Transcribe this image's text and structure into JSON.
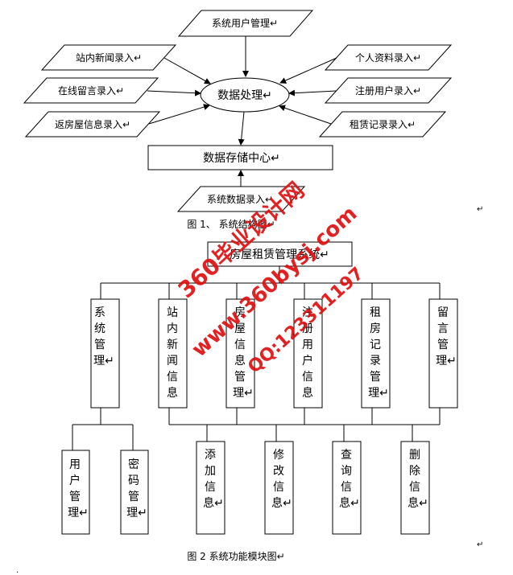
{
  "figure1": {
    "top": "系统用户管理↵",
    "left": [
      "站内新闻录入↵",
      "在线留言录入↵",
      "返房屋信息录入↵"
    ],
    "right": [
      "个人资料录入↵",
      "注册用户录入↵",
      "租赁记录录入↵"
    ],
    "center": "数据处理↵",
    "storage": "数据存储中心↵",
    "bottom": "系统数据录入↵",
    "caption": "图 1、 系统结构图↵"
  },
  "figure2": {
    "root": "房屋租赁管理系统↵",
    "modules": [
      [
        "系",
        "统",
        "管",
        "理↵"
      ],
      [
        "站",
        "内",
        "新",
        "闻",
        "信",
        "息"
      ],
      [
        "房",
        "屋",
        "信",
        "息",
        "管",
        "理↵"
      ],
      [
        "注",
        "册",
        "用",
        "户",
        "信",
        "息"
      ],
      [
        "租",
        "房",
        "记",
        "录",
        "管",
        "理↵"
      ],
      [
        "留",
        "言",
        "管",
        "理↵"
      ]
    ],
    "sys_children": [
      [
        "用",
        "户",
        "管",
        "理↵"
      ],
      [
        "密",
        "码",
        "管",
        "理↵"
      ]
    ],
    "info_children": [
      [
        "添",
        "加",
        "信",
        "息↵"
      ],
      [
        "修",
        "改",
        "信",
        "息↵"
      ],
      [
        "查",
        "询",
        "信",
        "息↵"
      ],
      [
        "删",
        "除",
        "信",
        "息↵"
      ]
    ],
    "caption": "图 2 系统功能模块图↵"
  },
  "watermark": {
    "line1": "360毕业设计网",
    "line2": "www.360bysj.com",
    "line3": "QQ:123311197"
  },
  "marks": [
    "↵",
    "↵",
    "."
  ],
  "colors": {
    "line": "#000000",
    "watermark": "#e01010"
  }
}
